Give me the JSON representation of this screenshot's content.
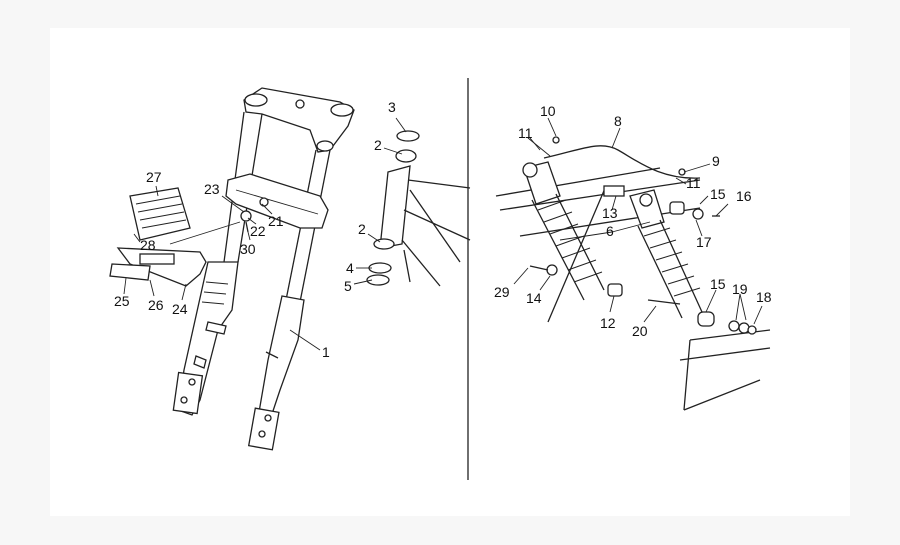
{
  "diagram": {
    "left_panel": {
      "callouts": [
        "1",
        "2",
        "3",
        "2",
        "4",
        "5",
        "21",
        "22",
        "23",
        "24",
        "25",
        "26",
        "27",
        "28",
        "30"
      ]
    },
    "right_panel": {
      "callouts": [
        "6",
        "8",
        "9",
        "10",
        "11",
        "11",
        "12",
        "13",
        "14",
        "15",
        "15",
        "16",
        "17",
        "18",
        "19",
        "20",
        "29"
      ]
    }
  }
}
